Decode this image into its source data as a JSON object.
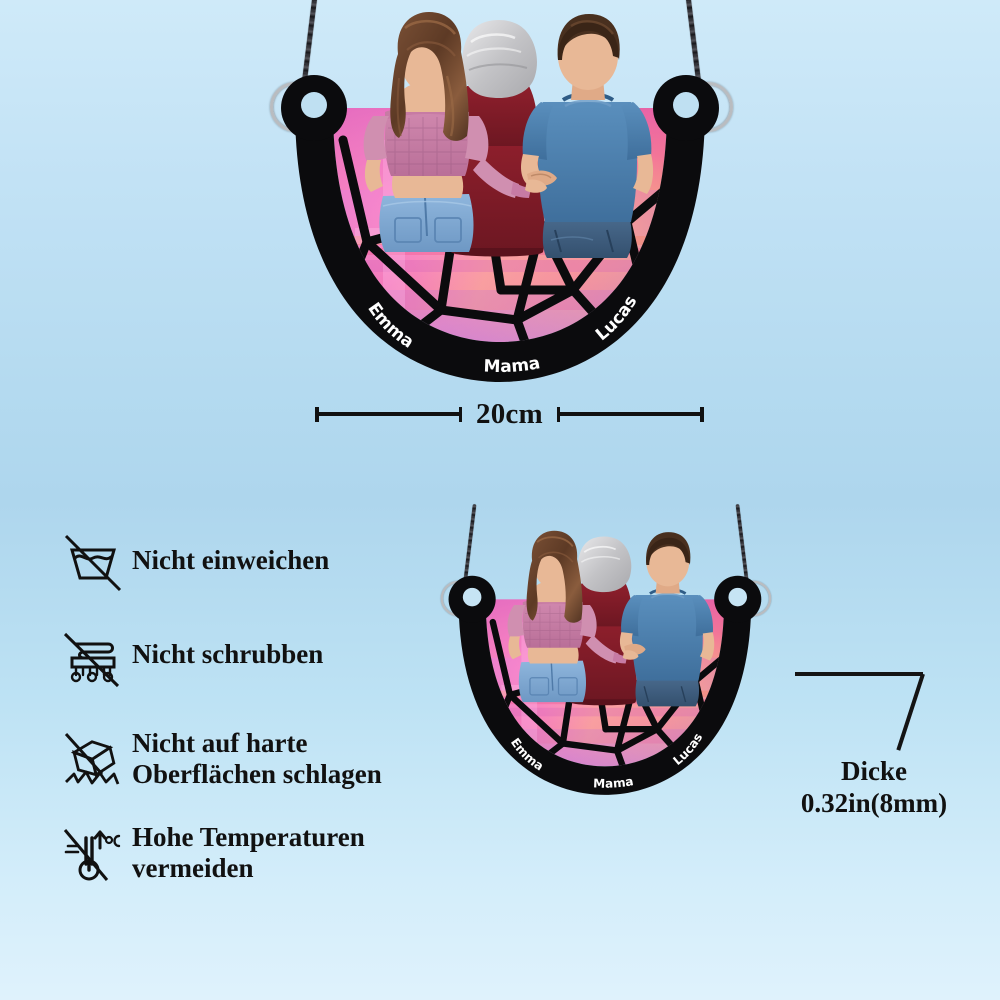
{
  "background": {
    "top_color": "#cfeaf9",
    "mid_color": "#aed6ed",
    "bottom_color": "#dff2fc"
  },
  "product": {
    "type": "moon-suncatcher",
    "names": [
      "Emma",
      "Mama",
      "Lucas"
    ],
    "engraved_names": {
      "left": "Emma",
      "center": "Mama",
      "right": "Lucas"
    },
    "frame_color": "#0b0b0d",
    "glass_colors": [
      "#e057c8",
      "#d13fb0",
      "#ff5fa0",
      "#f0719a",
      "#b06ad6",
      "#c58ae0",
      "#ef7f86",
      "#f2a07a",
      "#e76aa0",
      "#d88fbf"
    ],
    "hardware": {
      "ring_color": "#b9bcc0",
      "chain_color": "#2b2b30"
    },
    "figures": [
      {
        "name": "Emma",
        "role": "daughter",
        "hair": "long brown",
        "top": "pink off-shoulder crop top",
        "bottom": "light blue denim shorts",
        "top_color": "#c77ba4",
        "hair_color": "#6b4430",
        "bottom_color": "#7fa9d4"
      },
      {
        "name": "Mama",
        "role": "mother",
        "hair": "short gray",
        "top": "burgundy dress",
        "top_color": "#8e1f2c",
        "hair_color": "#c9c9cb"
      },
      {
        "name": "Lucas",
        "role": "son",
        "hair": "short brown",
        "top": "blue t-shirt",
        "bottom": "dark blue jeans",
        "top_color": "#4a7fae",
        "hair_color": "#49301f",
        "bottom_color": "#3f5a7a"
      }
    ]
  },
  "dimension": {
    "label": "20cm",
    "value": 20,
    "unit": "cm"
  },
  "thickness": {
    "title": "Dicke",
    "value": "0.32in(8mm)",
    "inches": 0.32,
    "mm": 8
  },
  "care_instructions": [
    {
      "icon": "no-soak-icon",
      "label": "Nicht einweichen"
    },
    {
      "icon": "no-scrub-icon",
      "label": "Nicht schrubben"
    },
    {
      "icon": "no-impact-icon",
      "label": "Nicht auf harte Oberflächen schlagen"
    },
    {
      "icon": "no-high-temperature-icon",
      "label": "Hohe Temperaturen vermeiden"
    }
  ]
}
